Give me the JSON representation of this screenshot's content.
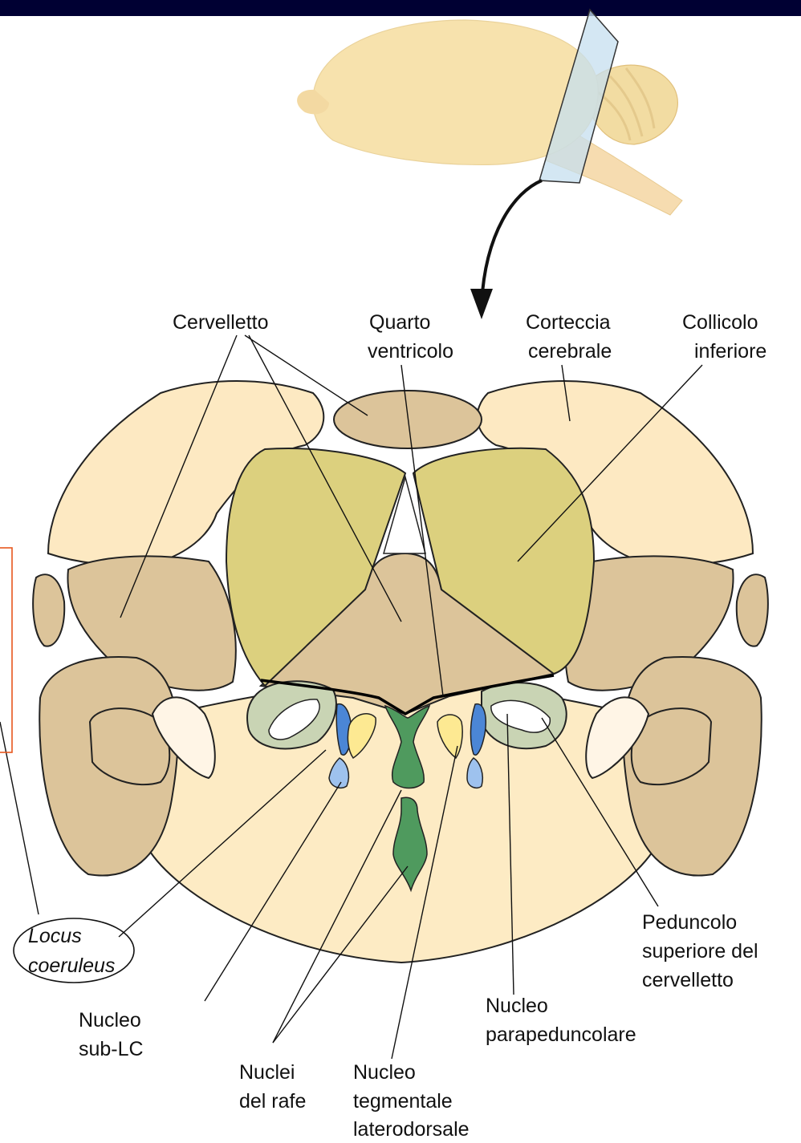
{
  "labels": {
    "cervelletto": "Cervelletto",
    "quarto_1": "Quarto",
    "quarto_2": "ventricolo",
    "corteccia_1": "Corteccia",
    "corteccia_2": "cerebrale",
    "collicolo_1": "Collicolo",
    "collicolo_2": "inferiore",
    "locus_1": "Locus",
    "locus_2": "coeruleus",
    "sublc_1": "Nucleo",
    "sublc_2": "sub-LC",
    "rafe_1": "Nuclei",
    "rafe_2": "del rafe",
    "tegm_1": "Nucleo",
    "tegm_2": "tegmentale",
    "tegm_3": "laterodorsale",
    "parap_1": "Nucleo",
    "parap_2": "parapeduncolare",
    "ped_1": "Peduncolo",
    "ped_2": "superiore del",
    "ped_3": "cervelletto"
  },
  "colors": {
    "header": "#000033",
    "brain_stem": "#fdebc4",
    "cortex": "#fde9c2",
    "cerebellum": "#dcc49a",
    "colliculus": "#dcd07e",
    "peduncle": "#c9d4b4",
    "locus_coeruleus": "#4b86d6",
    "sub_lc": "#9ec2ee",
    "raphe": "#4f9a5e",
    "tegmental": "#fde992",
    "highlight_box": "#e8561d"
  }
}
